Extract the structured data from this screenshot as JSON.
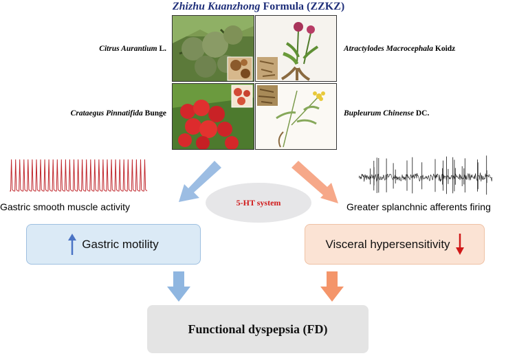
{
  "title": {
    "italic": "Zhizhu Kuanzhong",
    "rest": " Formula (ZZKZ)"
  },
  "herbs": [
    {
      "italic": "Citrus Aurantium",
      "rest": " L."
    },
    {
      "italic": "Atractylodes Macrocephala",
      "rest": " Koidz"
    },
    {
      "italic": "Crataegus Pinnatifida",
      "rest": " Bunge"
    },
    {
      "italic": "Bupleurum Chinense",
      "rest": " DC."
    }
  ],
  "left_caption": "Gastric smooth muscle activity",
  "right_caption": "Greater splanchnic afferents firing",
  "center_label": "5-HT system",
  "left_box": "Gastric motility",
  "right_box": "Visceral hypersensitivity",
  "bottom_box": "Functional dyspepsia (FD)",
  "colors": {
    "blue_accent": "#4a73c4",
    "orange_accent": "#f4956a",
    "red_accent": "#d01818",
    "title_navy": "#1f2f7a"
  }
}
